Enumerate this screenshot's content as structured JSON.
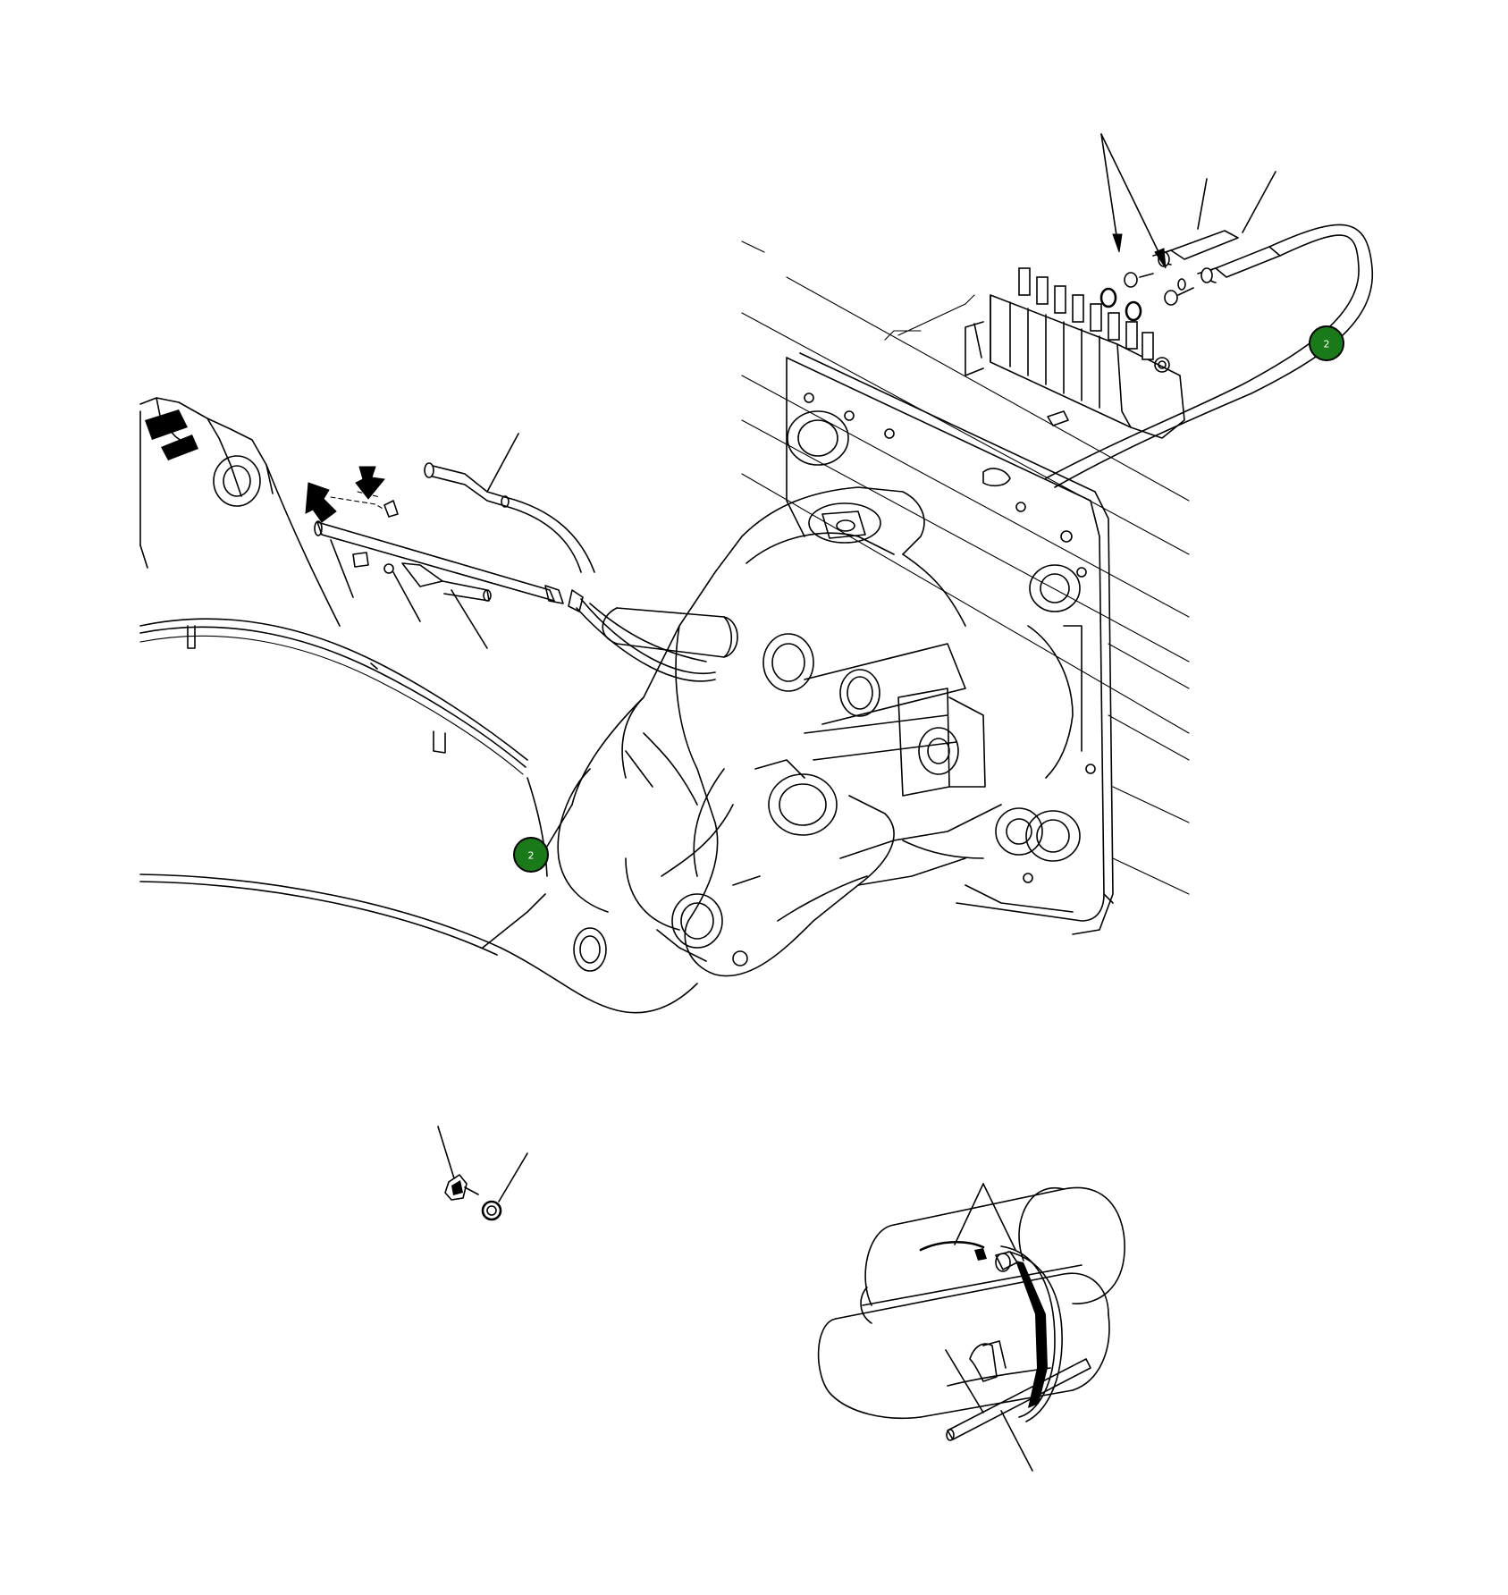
{
  "markers": [
    {
      "id": "marker-top-right",
      "label": "2"
    },
    {
      "id": "marker-left",
      "label": "2"
    }
  ],
  "colors": {
    "marker_fill": "#1a7a1a",
    "line": "#000000",
    "background": "#ffffff"
  }
}
